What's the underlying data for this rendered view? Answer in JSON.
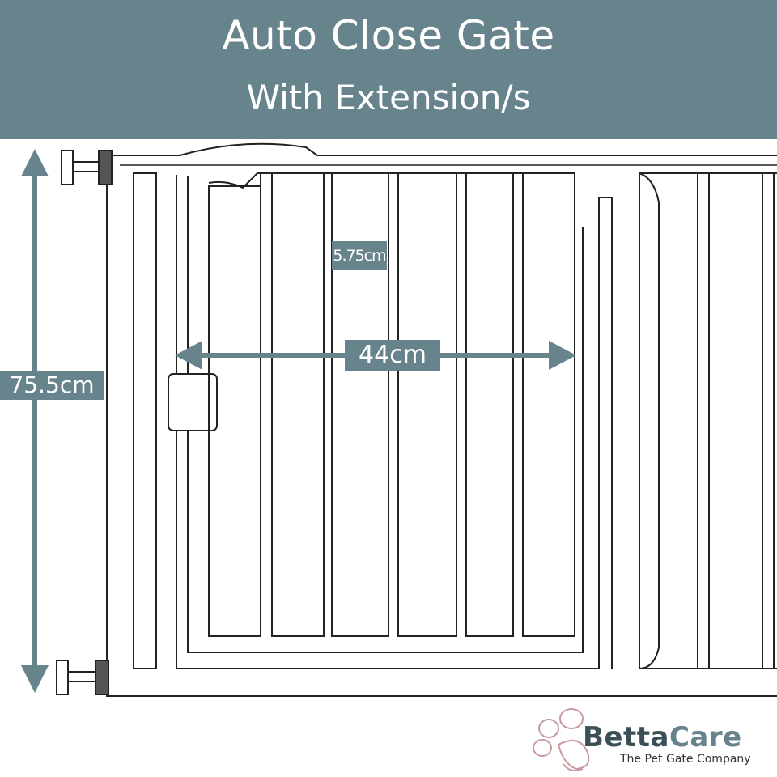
{
  "header": {
    "title": "Auto Close Gate",
    "subtitle": "With Extension/s"
  },
  "dimensions": {
    "height": "75.5cm",
    "width": "44cm",
    "bar_spacing": "5.75cm"
  },
  "brand": {
    "name_part1": "Betta",
    "name_part2": "Care",
    "tagline": "The Pet Gate Company"
  },
  "colors": {
    "header_bg": "#67838b",
    "arrow": "#67838b",
    "logo_paw": "#c99a9d",
    "outline": "#222222"
  },
  "icons": {
    "logo": "paw-print-icon"
  }
}
